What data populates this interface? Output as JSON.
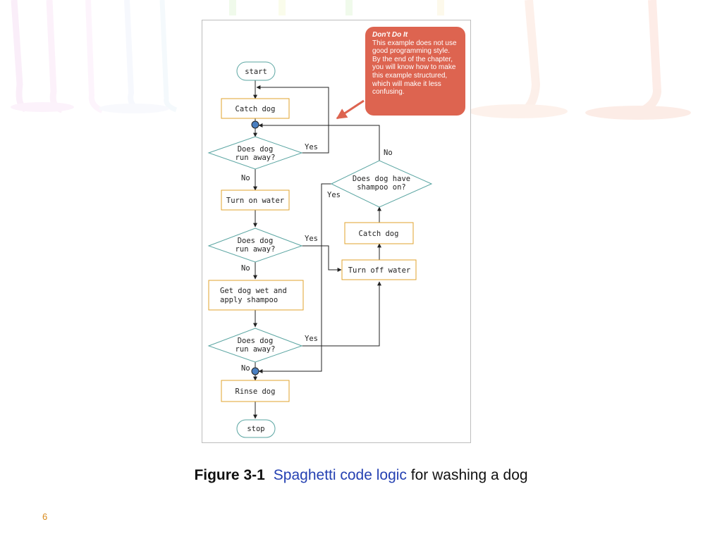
{
  "diagram": {
    "nodes": {
      "start": "start",
      "catch_dog_1": "Catch dog",
      "decision_1": [
        "Does dog",
        "run away?"
      ],
      "turn_on_water": "Turn on water",
      "decision_2": [
        "Does dog",
        "run away?"
      ],
      "get_wet": [
        "Get dog wet and",
        "apply shampoo"
      ],
      "decision_3": [
        "Does dog",
        "run away?"
      ],
      "rinse_dog": "Rinse dog",
      "stop": "stop",
      "shampoo_check": [
        "Does dog have",
        "shampoo on?"
      ],
      "catch_dog_2": "Catch dog",
      "turn_off_water": "Turn off water"
    },
    "edge_labels": {
      "yes": "Yes",
      "no": "No"
    }
  },
  "callout": {
    "title": "Don't Do It",
    "body": "This example does not use good programming style. By the end of the chapter, you will know how to make this example structured, which will make it less confusing."
  },
  "caption": {
    "figure": "Figure 3-1",
    "key_term": "Spaghetti code logic",
    "rest": "for washing a dog"
  },
  "page_number": "6",
  "colors": {
    "box_border": "#e0a32e",
    "diamond_border": "#5aa5a2",
    "callout_bg": "#dd6450",
    "connector_fill": "#4a7fc1",
    "caption_link": "#2541b2"
  }
}
